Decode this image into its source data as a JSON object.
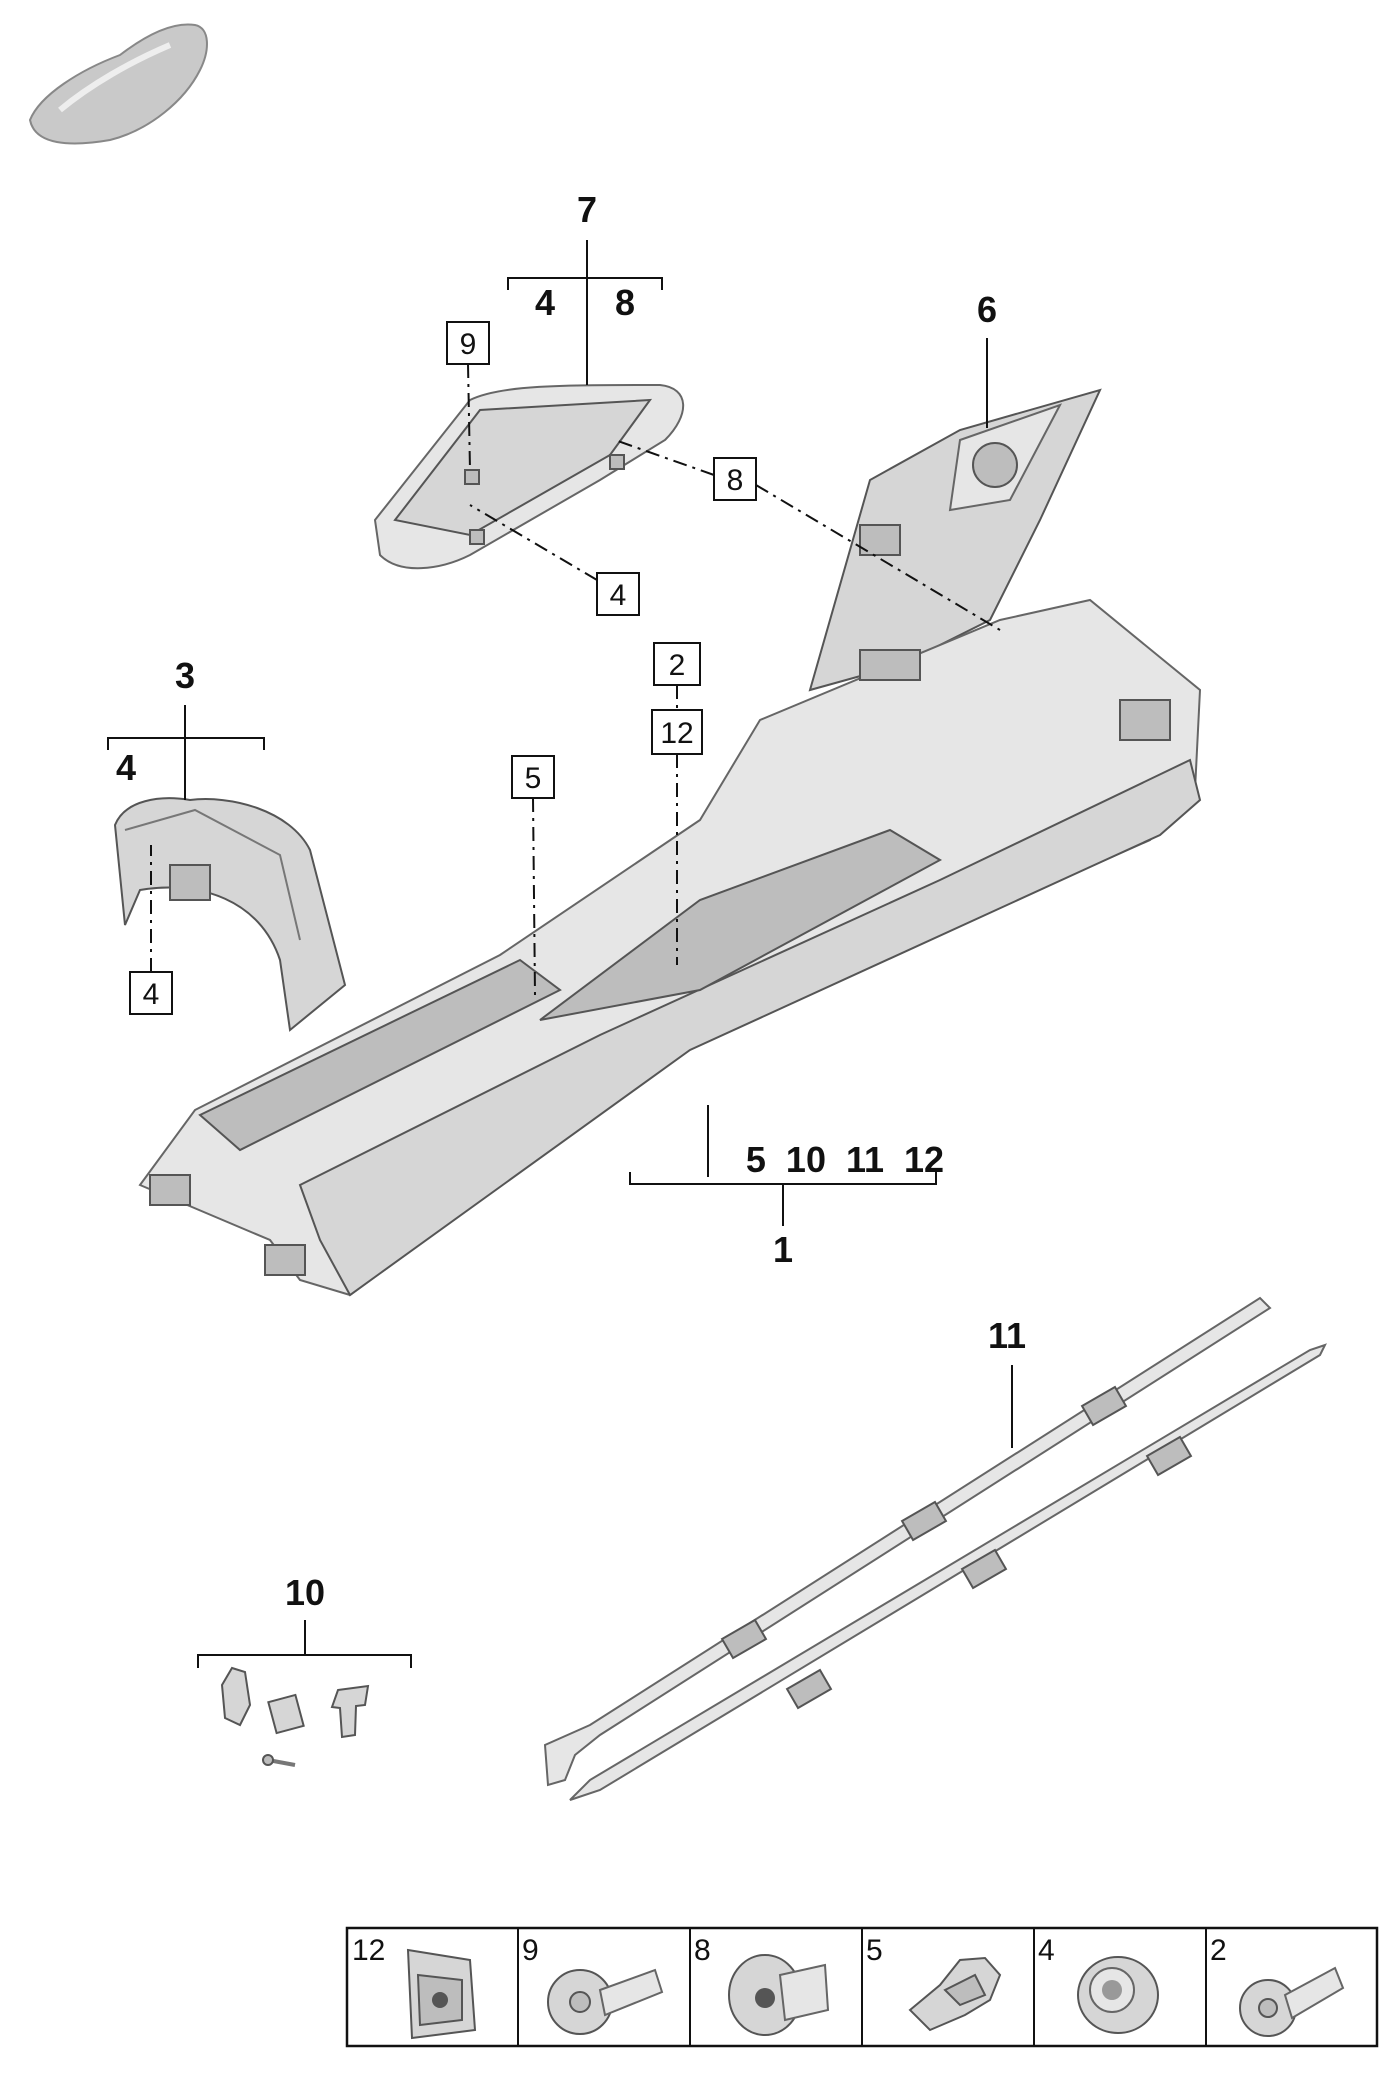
{
  "callouts": {
    "c1": "1",
    "c1_sub": "5  10  11  12",
    "c3": "3",
    "c3_sub": "4",
    "c6": "6",
    "c7": "7",
    "c7_sub_a": "4",
    "c7_sub_b": "8",
    "c10": "10",
    "c11": "11"
  },
  "boxed_refs": {
    "b9": "9",
    "b8": "8",
    "b4_top": "4",
    "b2": "2",
    "b12": "12",
    "b5": "5",
    "b4_left": "4"
  },
  "legend": {
    "cells": [
      {
        "number": "12",
        "part": "clip-nut"
      },
      {
        "number": "9",
        "part": "screw"
      },
      {
        "number": "8",
        "part": "nut"
      },
      {
        "number": "5",
        "part": "clip"
      },
      {
        "number": "4",
        "part": "grommet"
      },
      {
        "number": "2",
        "part": "screw"
      }
    ]
  },
  "colors": {
    "part_fill": "#d6d6d6",
    "line": "#111111"
  }
}
